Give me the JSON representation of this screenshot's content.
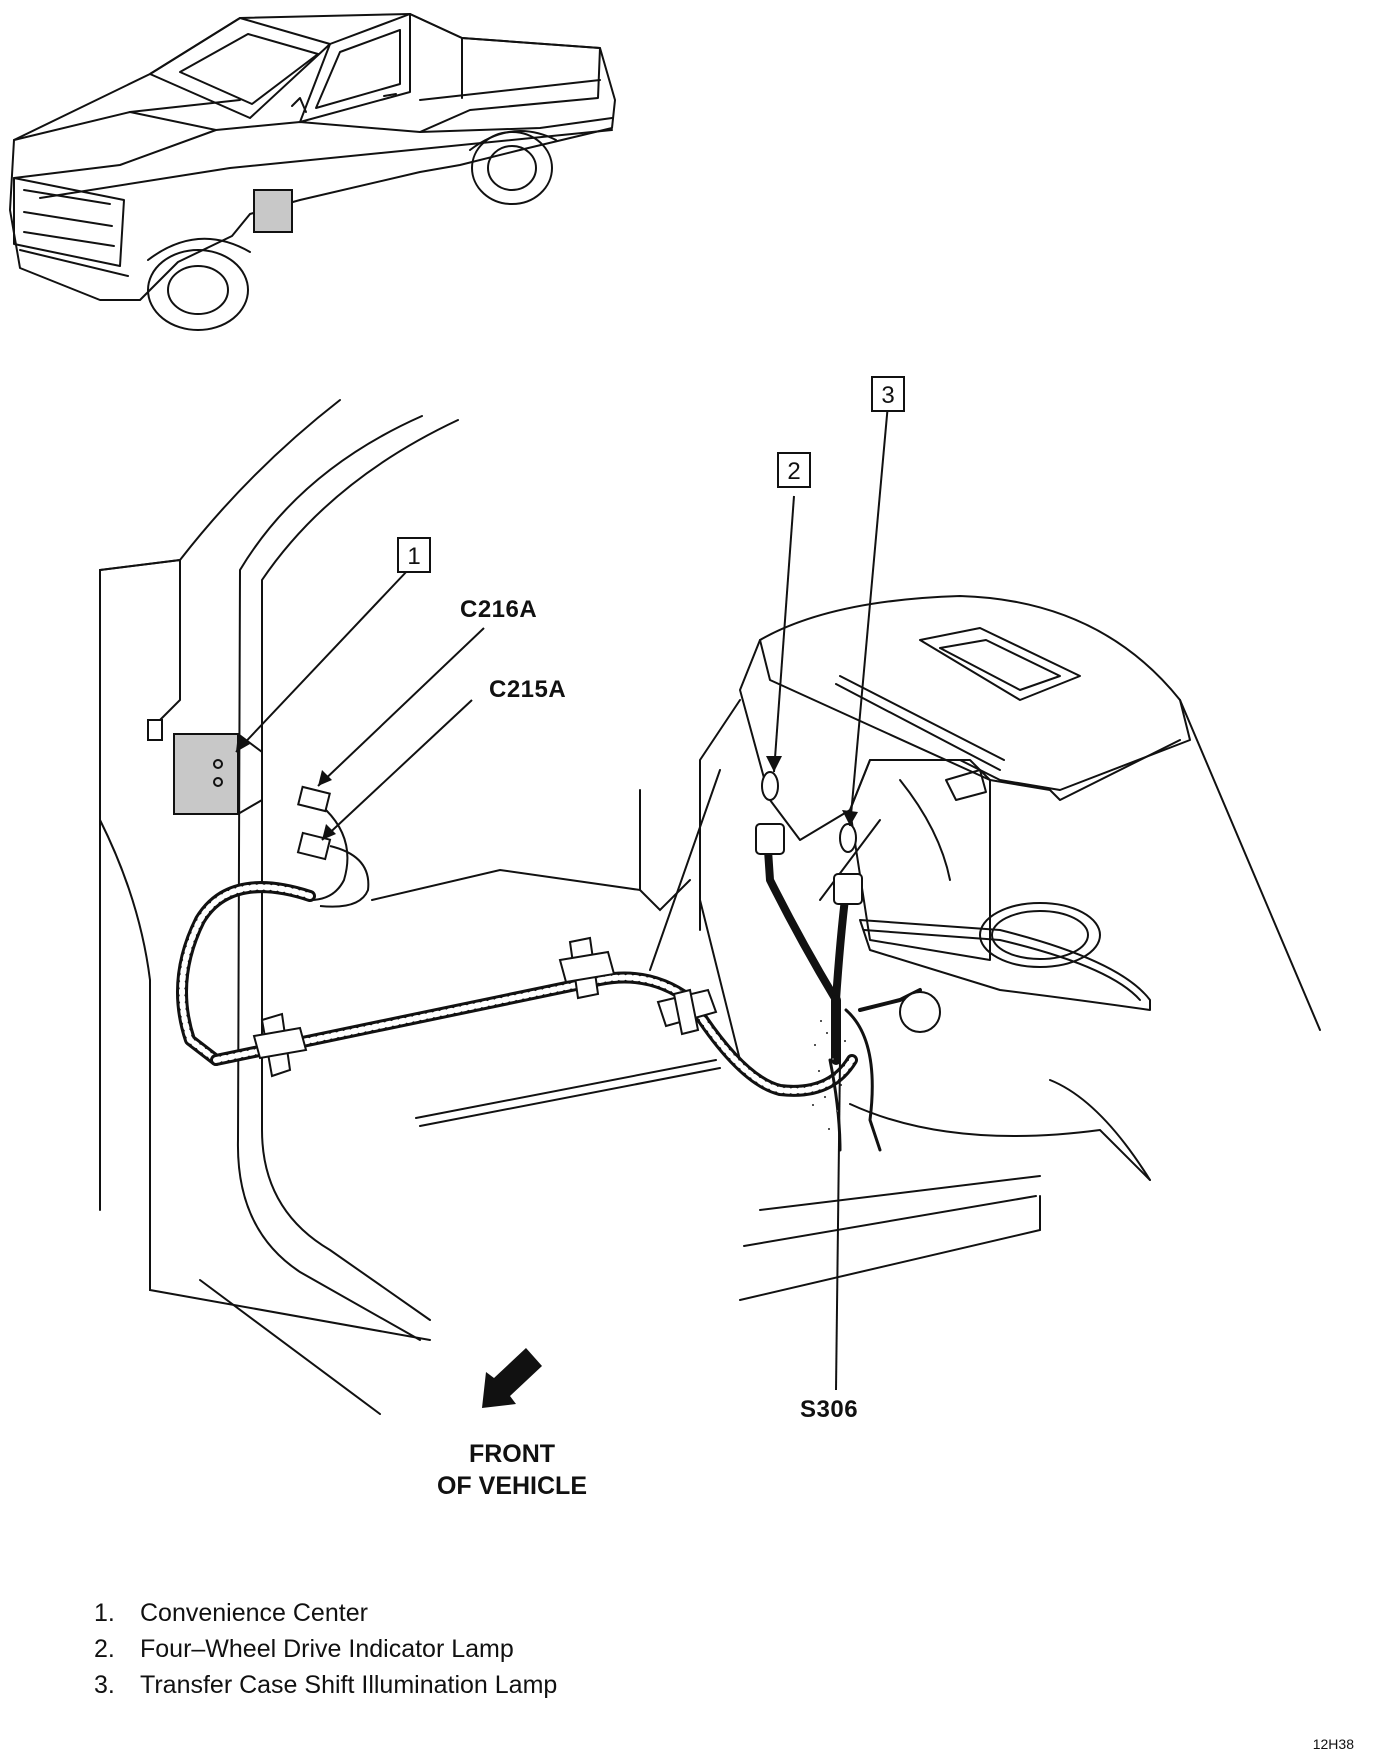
{
  "callouts": [
    {
      "number": "1"
    },
    {
      "number": "2"
    },
    {
      "number": "3"
    }
  ],
  "connector_labels": {
    "c216a": "C216A",
    "c215a": "C215A",
    "s306": "S306"
  },
  "orientation": {
    "line1": "FRONT",
    "line2": "OF VEHICLE"
  },
  "legend": [
    {
      "num": "1.",
      "text": "Convenience Center"
    },
    {
      "num": "2.",
      "text": "Four–Wheel Drive Indicator Lamp"
    },
    {
      "num": "3.",
      "text": "Transfer Case Shift Illumination Lamp"
    }
  ],
  "figure_id": "12H38"
}
